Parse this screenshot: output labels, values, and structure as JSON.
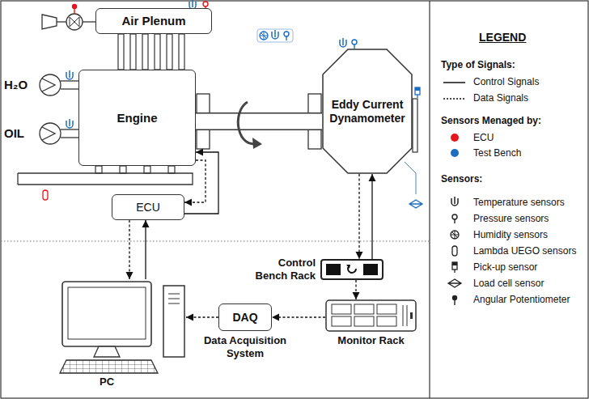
{
  "diagram": {
    "nodes": [
      {
        "text": [
          "Air Plenum"
        ]
      },
      {
        "text": [
          "Engine"
        ]
      },
      {
        "text": [
          "Eddy Current Dynamometer"
        ]
      },
      {
        "text": [
          "ECU"
        ]
      },
      {
        "text": [
          "Control Bench Rack"
        ]
      },
      {
        "text": [
          "Monitor Rack"
        ]
      },
      {
        "text": [
          "DAQ",
          "Data Acquisition System"
        ]
      },
      {
        "text": [
          "PC"
        ]
      }
    ],
    "edges": [
      {
        "from": 1,
        "to": 2,
        "arrow": "none"
      },
      {
        "from": 3,
        "to": 1,
        "arrow": "to"
      },
      {
        "from": 1,
        "to": 3,
        "arrow": "to"
      },
      {
        "from": 3,
        "to": 7,
        "arrow": "to"
      },
      {
        "from": 7,
        "to": 3,
        "arrow": "to"
      },
      {
        "from": 2,
        "to": 4,
        "arrow": "to"
      },
      {
        "from": 4,
        "to": 2,
        "arrow": "to"
      },
      {
        "from": 4,
        "to": 5,
        "arrow": "to"
      },
      {
        "from": 5,
        "to": 6,
        "arrow": "to"
      },
      {
        "from": 6,
        "to": 7,
        "arrow": "to"
      }
    ],
    "labels": [
      "H₂O",
      "OIL",
      "LEGEND",
      "Type of Signals:",
      "Sensors Menaged by:",
      "Sensors:"
    ],
    "legend": [
      {
        "text": "Control Signals"
      },
      {
        "text": "Data Signals"
      },
      {
        "text": "ECU",
        "color": "#e8141b"
      },
      {
        "text": "Test Bench",
        "color": "#1b6ec2"
      },
      {
        "text": "Temperature sensors"
      },
      {
        "text": "Pressure sensors"
      },
      {
        "text": "Humidity sensors"
      },
      {
        "text": "Lambda UEGO sensors"
      },
      {
        "text": "Pick-up sensor"
      },
      {
        "text": "Load cell sensor"
      },
      {
        "text": "Angular Potentiometer"
      }
    ]
  }
}
